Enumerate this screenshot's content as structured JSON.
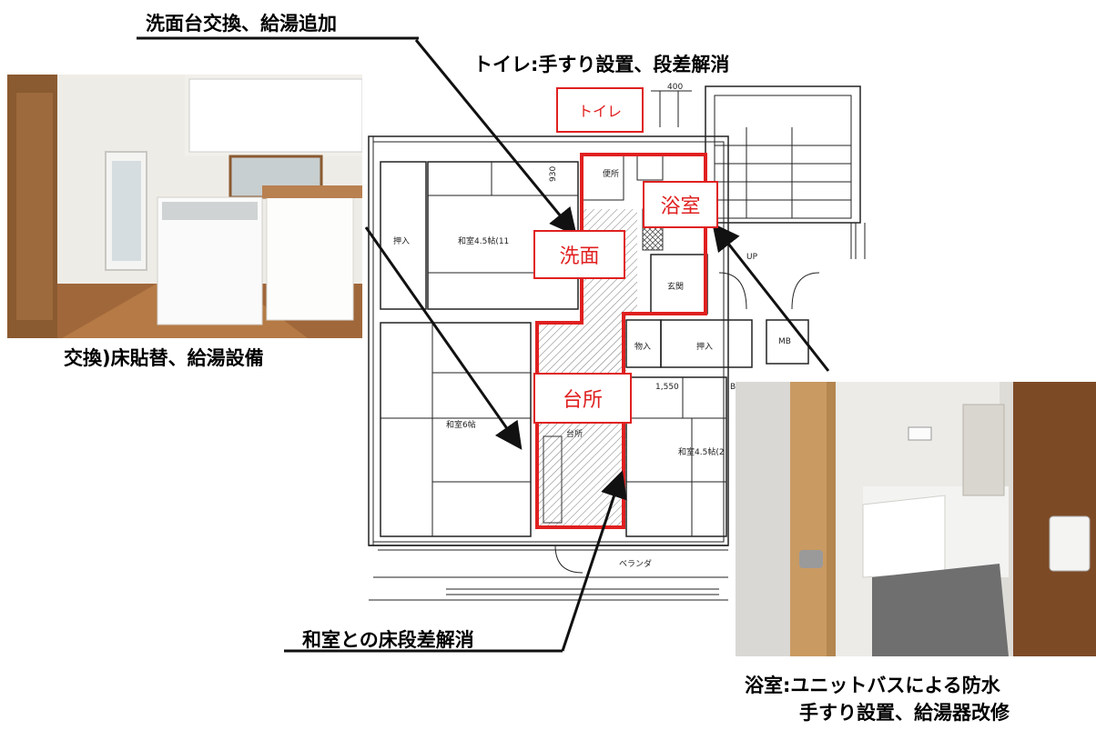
{
  "captions": {
    "washbasin": "洗面台交換、給湯追加",
    "toilet": "トイレ:手すり設置、段差解消",
    "kitchen": "交換)床貼替、給湯設備",
    "washitsu_step": "和室との床段差解消",
    "bath_line1": "浴室:ユニットバスによる防水",
    "bath_line2": "手すり設置、給湯器改修"
  },
  "red_labels": {
    "toilet": "トイレ",
    "bath": "浴室",
    "washroom": "洗面",
    "kitchen": "台所"
  },
  "plan_labels": {
    "dim_400": "400",
    "dim_930": "930",
    "dim_1550": "1,550",
    "oshiire_left": "押入",
    "washitsu_45_top": "和室4.5帖(11",
    "benjo": "便所",
    "up": "UP",
    "genkan": "玄関",
    "monoire": "物入",
    "oshiire_mid": "押入",
    "mb": "MB",
    "b_mark": "B",
    "washitsu_6": "和室6帖",
    "daidokoro": "台所",
    "washitsu_45_right": "和室4.5帖(2",
    "veranda": "ベランダ"
  },
  "colors": {
    "highlight": "#e02020",
    "floor_wood": "#a0673a",
    "wall_white": "#ecebe7"
  }
}
